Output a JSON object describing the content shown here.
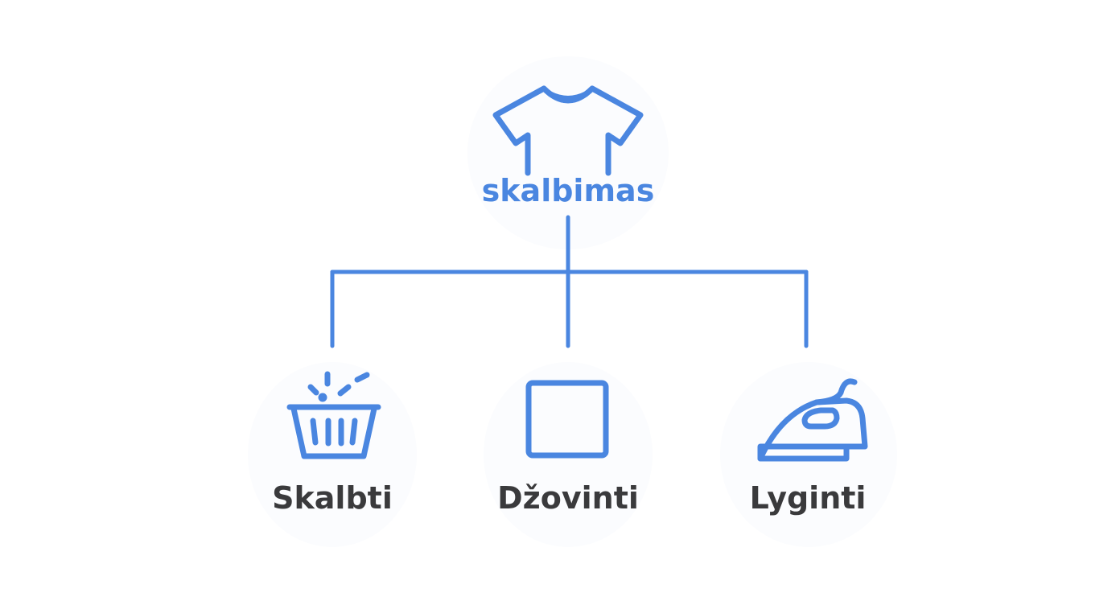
{
  "colors": {
    "accent": "#4a86e0",
    "text_dark": "#3a3a3c",
    "background": "#ffffff"
  },
  "root": {
    "label": "skalbimas",
    "icon": "t-shirt-icon"
  },
  "children": [
    {
      "label": "Skalbti",
      "icon": "laundry-basket-icon"
    },
    {
      "label": "Džovinti",
      "icon": "square-dryer-icon"
    },
    {
      "label": "Lyginti",
      "icon": "iron-icon"
    }
  ]
}
